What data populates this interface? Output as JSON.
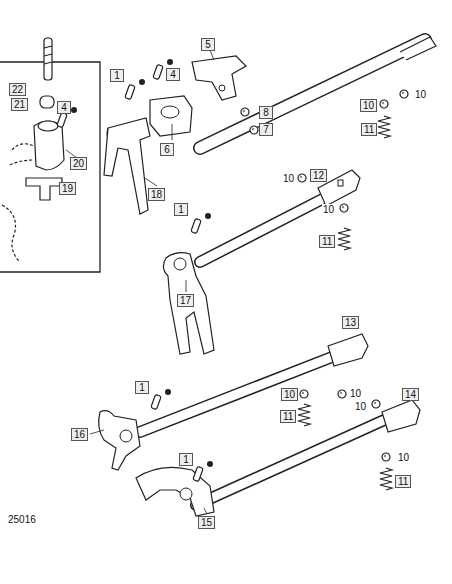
{
  "diagram": {
    "labels": [
      "5",
      "1",
      "4",
      "22",
      "10",
      "10",
      "21",
      "4",
      "11",
      "8",
      "7",
      "6",
      "20",
      "19",
      "18",
      "10",
      "12",
      "1",
      "10",
      "11",
      "17",
      "13",
      "1",
      "10",
      "10",
      "14",
      "10",
      "11",
      "16",
      "10",
      "1",
      "11",
      "15",
      "25016"
    ]
  }
}
